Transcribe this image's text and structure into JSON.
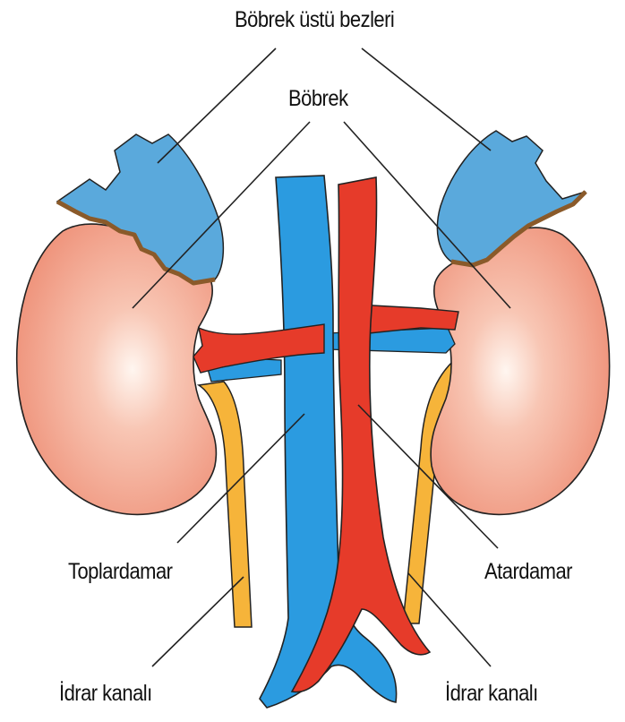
{
  "labels": {
    "adrenal": "Böbrek üstü bezleri",
    "kidney": "Böbrek",
    "vein": "Toplardamar",
    "artery": "Atardamar",
    "ureter_left": "İdrar kanalı",
    "ureter_right": "İdrar kanalı"
  },
  "colors": {
    "kidney": "#f2a08c",
    "kidney_center": "#fff4ee",
    "adrenal": "#5aa9dc",
    "adrenal_edge": "#8a5a2a",
    "vein": "#2b9be0",
    "artery": "#e63b2a",
    "ureter": "#f6b43a",
    "outline": "#222222"
  },
  "icons": [
    "kidney-shape",
    "adrenal-gland-shape",
    "vein-shape",
    "artery-shape",
    "ureter-shape"
  ]
}
